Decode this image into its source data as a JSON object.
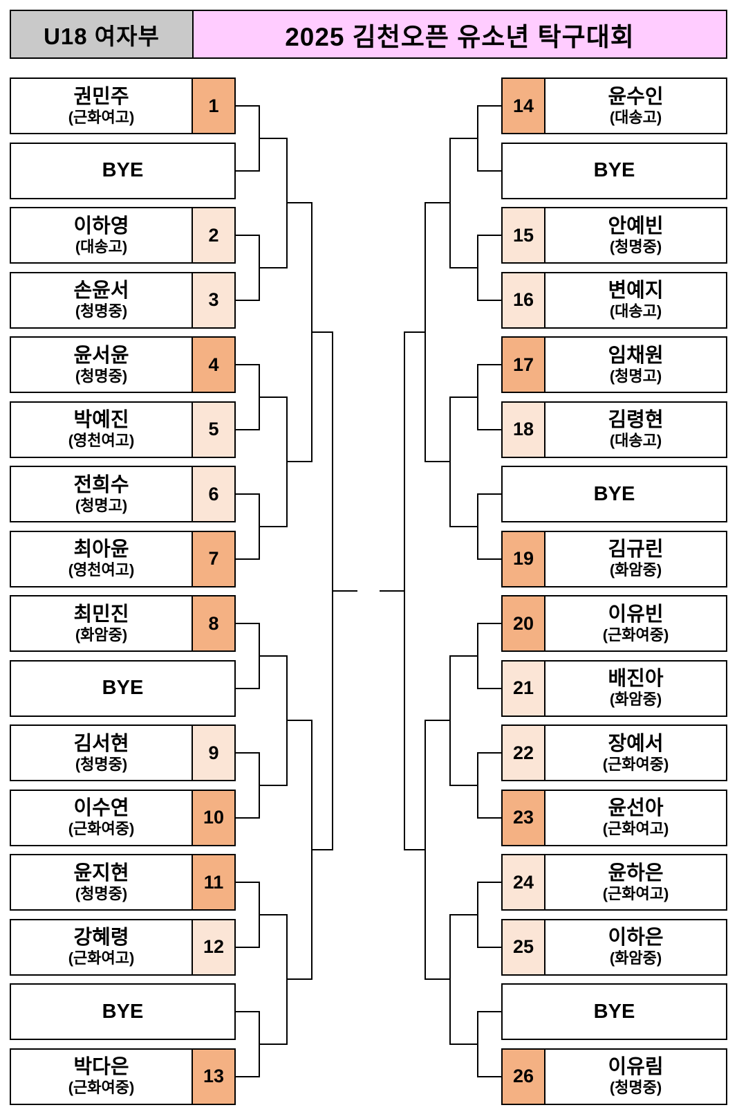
{
  "header": {
    "division": "U18 여자부",
    "title": "2025 김천오픈 유소년 탁구대회",
    "division_bg": "#C9C9C9",
    "title_bg": "#FFCCFF"
  },
  "colors": {
    "seed_dark": "#F4B183",
    "seed_light": "#FBE5D6",
    "line": "#000000",
    "box_bg": "#FFFFFF"
  },
  "bracket": {
    "left": [
      {
        "type": "player",
        "seed": "1",
        "name": "권민주",
        "school": "(근화여고)",
        "highlight": "dark"
      },
      {
        "type": "bye",
        "label": "BYE"
      },
      {
        "type": "player",
        "seed": "2",
        "name": "이하영",
        "school": "(대송고)",
        "highlight": "light"
      },
      {
        "type": "player",
        "seed": "3",
        "name": "손윤서",
        "school": "(청명중)",
        "highlight": "light"
      },
      {
        "type": "player",
        "seed": "4",
        "name": "윤서윤",
        "school": "(청명중)",
        "highlight": "dark"
      },
      {
        "type": "player",
        "seed": "5",
        "name": "박예진",
        "school": "(영천여고)",
        "highlight": "light"
      },
      {
        "type": "player",
        "seed": "6",
        "name": "전희수",
        "school": "(청명고)",
        "highlight": "light"
      },
      {
        "type": "player",
        "seed": "7",
        "name": "최아윤",
        "school": "(영천여고)",
        "highlight": "dark"
      },
      {
        "type": "player",
        "seed": "8",
        "name": "최민진",
        "school": "(화암중)",
        "highlight": "dark"
      },
      {
        "type": "bye",
        "label": "BYE"
      },
      {
        "type": "player",
        "seed": "9",
        "name": "김서현",
        "school": "(청명중)",
        "highlight": "light"
      },
      {
        "type": "player",
        "seed": "10",
        "name": "이수연",
        "school": "(근화여중)",
        "highlight": "dark"
      },
      {
        "type": "player",
        "seed": "11",
        "name": "윤지현",
        "school": "(청명중)",
        "highlight": "dark"
      },
      {
        "type": "player",
        "seed": "12",
        "name": "강혜령",
        "school": "(근화여고)",
        "highlight": "light"
      },
      {
        "type": "bye",
        "label": "BYE"
      },
      {
        "type": "player",
        "seed": "13",
        "name": "박다은",
        "school": "(근화여중)",
        "highlight": "dark"
      }
    ],
    "right": [
      {
        "type": "player",
        "seed": "14",
        "name": "윤수인",
        "school": "(대송고)",
        "highlight": "dark"
      },
      {
        "type": "bye",
        "label": "BYE"
      },
      {
        "type": "player",
        "seed": "15",
        "name": "안예빈",
        "school": "(청명중)",
        "highlight": "light"
      },
      {
        "type": "player",
        "seed": "16",
        "name": "변예지",
        "school": "(대송고)",
        "highlight": "light"
      },
      {
        "type": "player",
        "seed": "17",
        "name": "임채원",
        "school": "(청명고)",
        "highlight": "dark"
      },
      {
        "type": "player",
        "seed": "18",
        "name": "김령현",
        "school": "(대송고)",
        "highlight": "light"
      },
      {
        "type": "bye",
        "label": "BYE"
      },
      {
        "type": "player",
        "seed": "19",
        "name": "김규린",
        "school": "(화암중)",
        "highlight": "dark"
      },
      {
        "type": "player",
        "seed": "20",
        "name": "이유빈",
        "school": "(근화여중)",
        "highlight": "dark"
      },
      {
        "type": "player",
        "seed": "21",
        "name": "배진아",
        "school": "(화암중)",
        "highlight": "light"
      },
      {
        "type": "player",
        "seed": "22",
        "name": "장예서",
        "school": "(근화여중)",
        "highlight": "light"
      },
      {
        "type": "player",
        "seed": "23",
        "name": "윤선아",
        "school": "(근화여고)",
        "highlight": "dark"
      },
      {
        "type": "player",
        "seed": "24",
        "name": "윤하은",
        "school": "(근화여고)",
        "highlight": "light"
      },
      {
        "type": "player",
        "seed": "25",
        "name": "이하은",
        "school": "(화암중)",
        "highlight": "light"
      },
      {
        "type": "bye",
        "label": "BYE"
      },
      {
        "type": "player",
        "seed": "26",
        "name": "이유림",
        "school": "(청명중)",
        "highlight": "dark"
      }
    ]
  }
}
